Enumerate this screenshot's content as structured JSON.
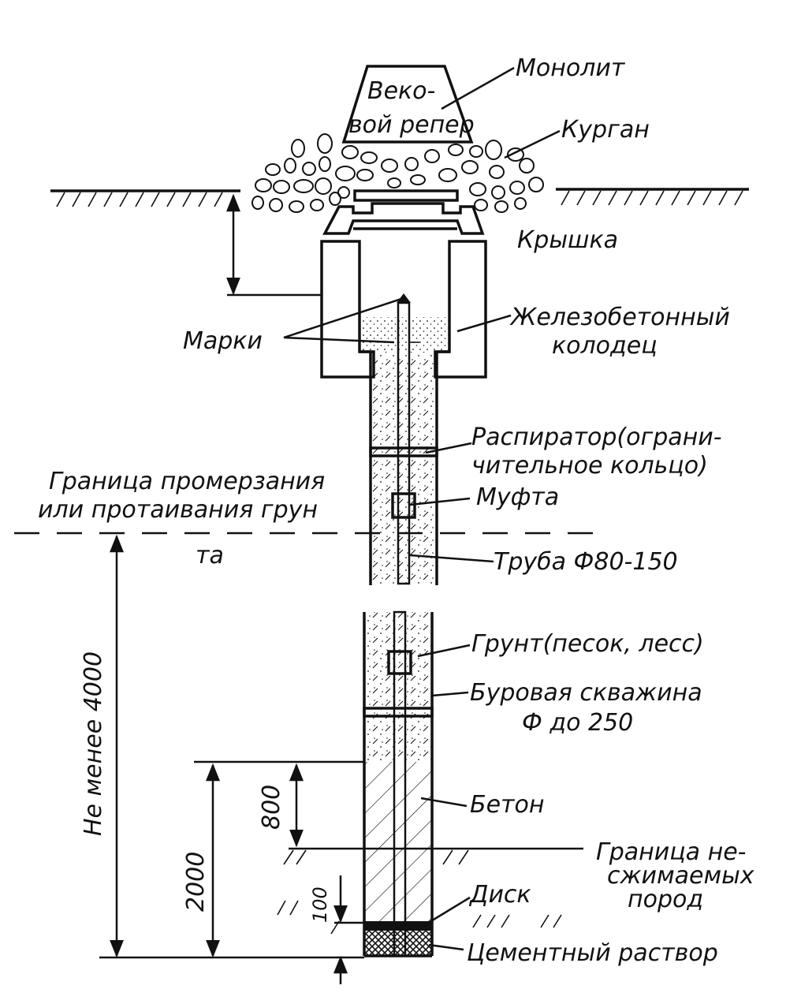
{
  "labels": {
    "monolith": "Монолит",
    "benchmark_line1": "Веко-",
    "benchmark_line2": "вой репер",
    "mound": "Курган",
    "lid": "Крышка",
    "marks": "Марки",
    "well_line1": "Железобетонный",
    "well_line2": "колодец",
    "spacer_line1": "Распиратор(ограни-",
    "spacer_line2": "чительное кольцо)",
    "coupling": "Муфта",
    "freeze_line1": "Граница промерзания",
    "freeze_line2": "или протаивания грун",
    "freeze_line3": "та",
    "pipe": "Труба Ф80-150",
    "soil": "Грунт(песок, лесс)",
    "borehole_line1": "Буровая скважина",
    "borehole_line2": "Ф до 250",
    "concrete": "Бетон",
    "incompressible_line1": "Граница не-",
    "incompressible_line2": "сжимаемых",
    "incompressible_line3": "пород",
    "disk": "Диск",
    "cement": "Цементный раствор"
  },
  "dimensions": {
    "total_depth": "Не менее 4000",
    "concrete_depth": "2000",
    "above_rock": "800",
    "disk_offset": "100"
  }
}
